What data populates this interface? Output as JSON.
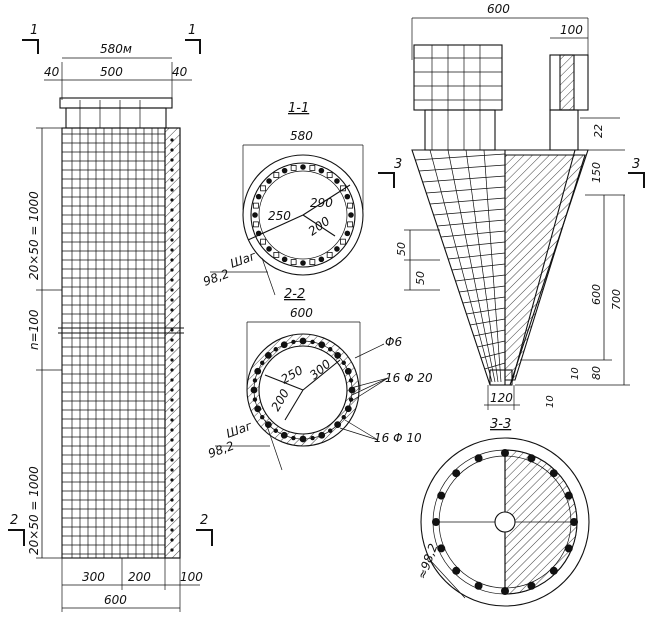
{
  "pile": {
    "section_mark_left": "1",
    "section_mark_right": "1",
    "top_total": "580м",
    "top_left": "40",
    "top_mid": "500",
    "top_right": "40",
    "dim_upper": "20×50 = 1000",
    "dim_middle": "n=100",
    "dim_lower": "20×50 = 1000",
    "bottom_mark_left": "2",
    "bottom_mark_right": "2",
    "bottom_a": "300",
    "bottom_b": "200",
    "bottom_c": "100",
    "bottom_total": "600"
  },
  "sec11": {
    "title": "1-1",
    "diameter": "580",
    "r_inner": "250",
    "r_mid": "290",
    "r_small": "200",
    "pitch": "Шаг",
    "pitch_val": "98,2"
  },
  "sec22": {
    "title": "2-2",
    "diameter": "600",
    "r_inner": "250",
    "r_outer": "300",
    "r_small": "200",
    "spiral": "Φ6",
    "bars_main": "16 Φ 20",
    "bars_sec": "16 Φ 10",
    "pitch": "Шаг",
    "pitch_val": "98,2"
  },
  "tip": {
    "width": "600",
    "width_small": "100",
    "dim_22": "22",
    "dim_150": "150",
    "dim_50a": "50",
    "dim_50b": "50",
    "dim_600": "600",
    "dim_700": "700",
    "dim_10a": "10",
    "dim_80": "80",
    "dim_10b": "10",
    "bottom": "120",
    "section_mark_left": "3",
    "section_mark_right": "3"
  },
  "sec33": {
    "title": "3-3",
    "pitch": "≈98,2"
  }
}
